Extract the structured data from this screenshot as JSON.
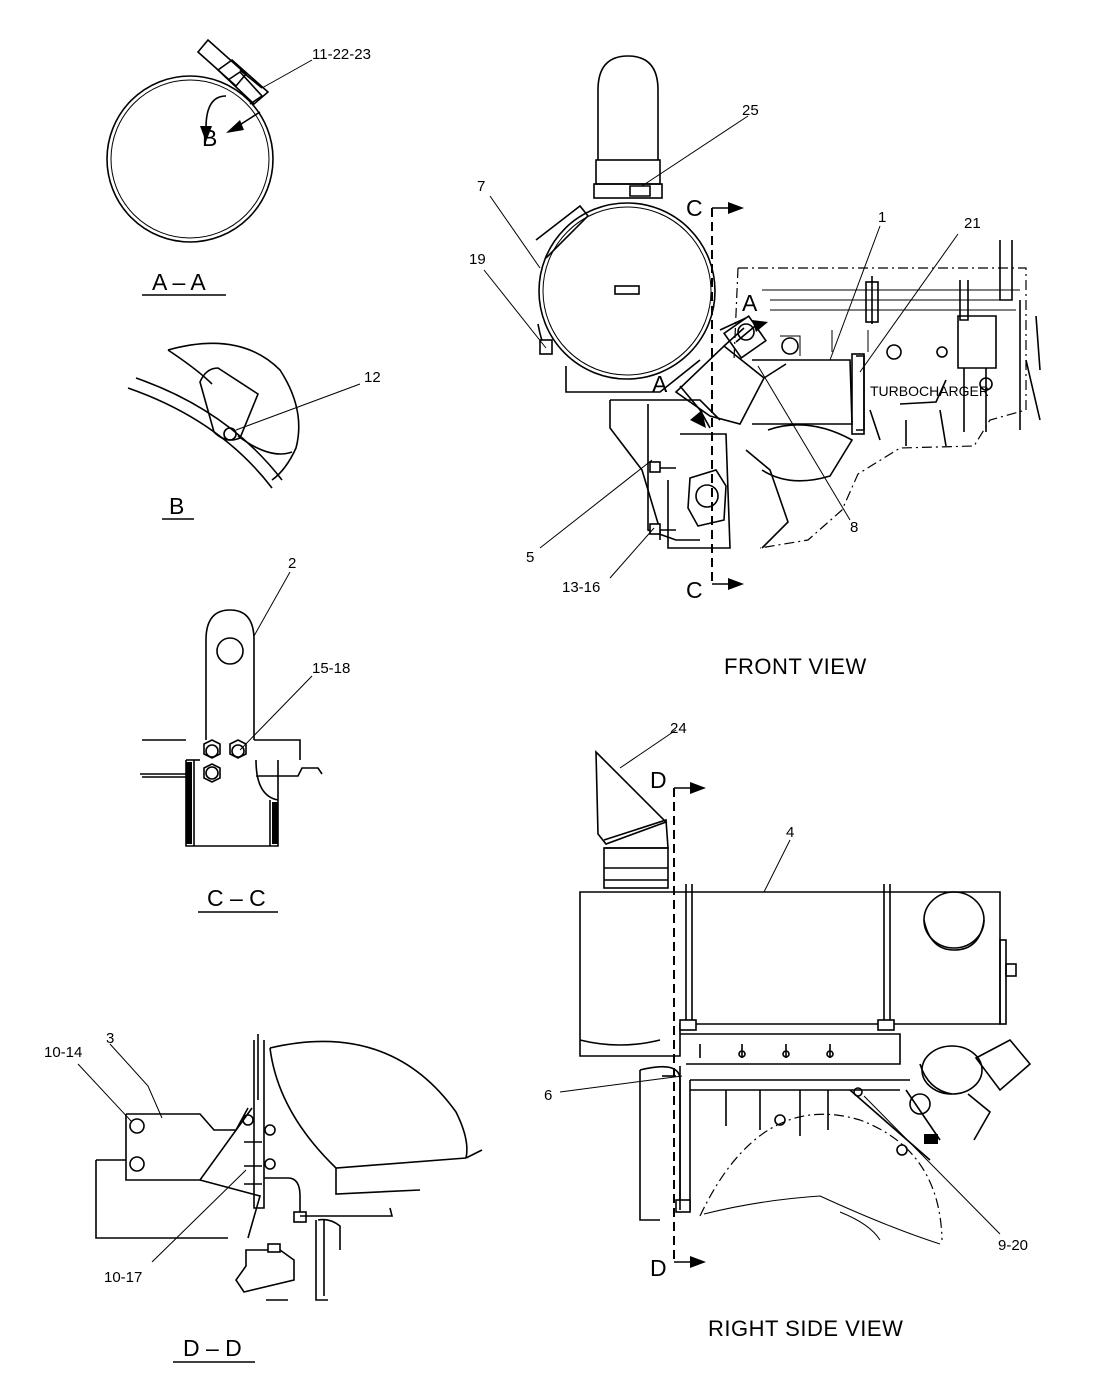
{
  "sections": {
    "aa": "A – A",
    "b": "B",
    "cc": "C – C",
    "dd": "D – D"
  },
  "views": {
    "front": "FRONT  VIEW",
    "right": "RIGHT  SIDE  VIEW"
  },
  "labels": {
    "turbocharger": "TURBOCHARGER"
  },
  "section_letters": {
    "a": "A",
    "b": "B",
    "c": "C",
    "d": "D"
  },
  "callouts": {
    "c_11_22_23": "11-22-23",
    "c_12": "12",
    "c_2": "2",
    "c_15_18": "15-18",
    "c_10_14": "10-14",
    "c_3": "3",
    "c_10_17": "10-17",
    "c_25": "25",
    "c_7": "7",
    "c_19": "19",
    "c_1": "1",
    "c_21": "21",
    "c_5": "5",
    "c_13_16": "13-16",
    "c_8": "8",
    "c_24": "24",
    "c_4": "4",
    "c_6": "6",
    "c_9_20": "9-20"
  }
}
